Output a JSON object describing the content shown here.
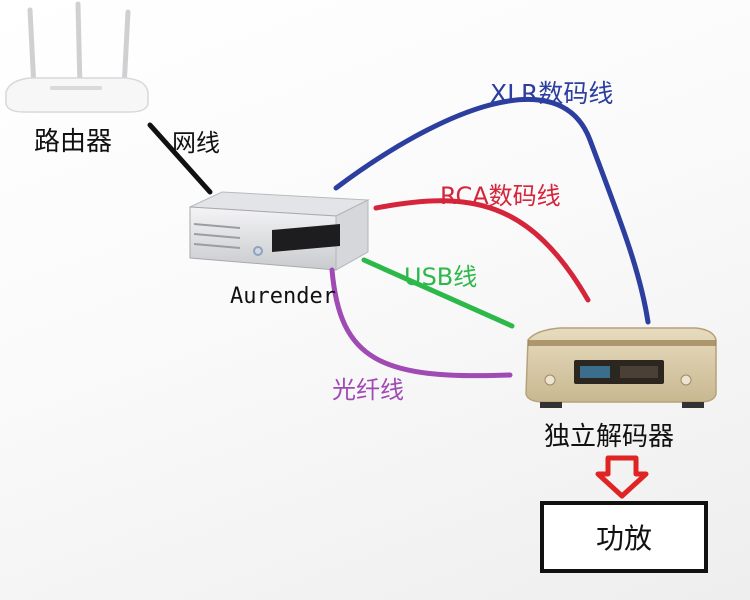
{
  "devices": {
    "router": "路由器",
    "aurender": "Aurender",
    "dac": "独立解码器",
    "amplifier": "功放"
  },
  "connections": {
    "network": {
      "label": "网线",
      "color": "#111111"
    },
    "xlr": {
      "label": "XLR数码线",
      "color": "#2c3e9e"
    },
    "rca": {
      "label": "RCA数码线",
      "color": "#d4253a"
    },
    "usb": {
      "label": "USB线",
      "color": "#2db84a"
    },
    "optical": {
      "label": "光纤线",
      "color": "#a04ab4"
    }
  },
  "arrow_color": "#e02323"
}
